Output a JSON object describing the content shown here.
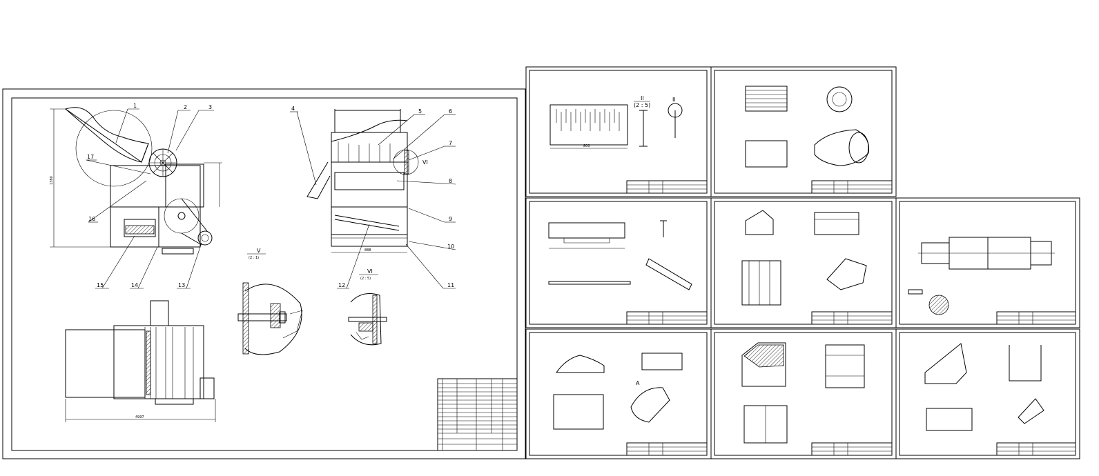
{
  "drawing": {
    "assembly_callouts": [
      "1",
      "2",
      "3",
      "4",
      "5",
      "6",
      "7",
      "8",
      "9",
      "10",
      "11",
      "12",
      "13",
      "14",
      "15",
      "16",
      "17"
    ],
    "view_labels": {
      "section_v": "V",
      "section_v_scale": "(2 : 1)",
      "section_vi": "VI",
      "section_vi_scale": "(2 : 5)",
      "section_ii": "II",
      "section_ii_scale": "(2 : 5)",
      "section_ii_circle": "II",
      "detail_a": "A"
    },
    "dimensions": {
      "overall_height": "1380",
      "overall_length": "4997",
      "front_width": "888",
      "sheet1_length": "800"
    }
  }
}
